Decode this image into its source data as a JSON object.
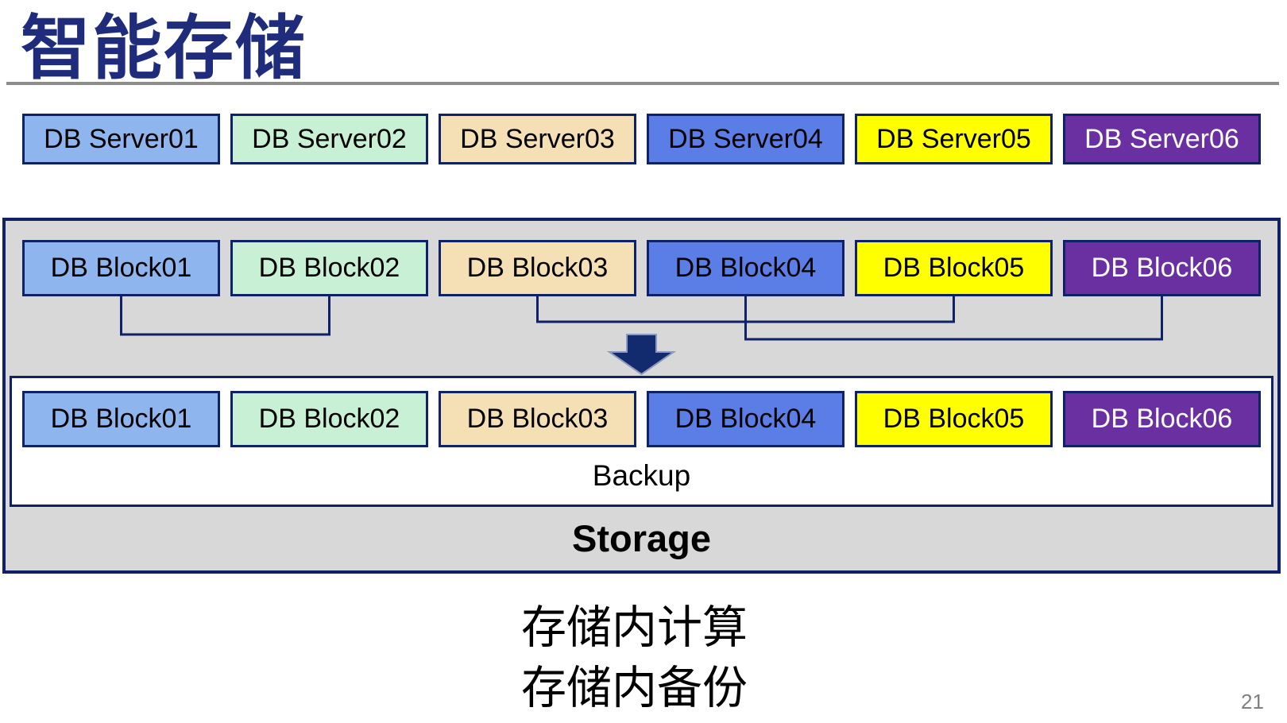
{
  "slide": {
    "title": "智能存储",
    "page_number": "21",
    "caption_line1": "存储内计算",
    "caption_line2": "存储内备份"
  },
  "server_row": [
    "DB Server01",
    "DB Server02",
    "DB Server03",
    "DB Server04",
    "DB Server05",
    "DB Server06"
  ],
  "storage_box": {
    "label": "Storage",
    "blocks_top": [
      "DB Block01",
      "DB Block02",
      "DB Block03",
      "DB Block04",
      "DB Block05",
      "DB Block06"
    ],
    "backup_box": {
      "label": "Backup",
      "blocks": [
        "DB Block01",
        "DB Block02",
        "DB Block03",
        "DB Block04",
        "DB Block05",
        "DB Block06"
      ]
    }
  },
  "colors": {
    "fills": [
      "#8FB5EF",
      "#C7F0D4",
      "#F5DFB4",
      "#5B7EE6",
      "#FFFF00",
      "#6A30A1"
    ],
    "text_colors": [
      "#000000",
      "#000000",
      "#000000",
      "#000000",
      "#000000",
      "#FFFFFF"
    ],
    "border_navy": "#0F2167",
    "title_navy": "#1F2C7C",
    "container_gray": "#D8D8D8",
    "rule_gray": "#8C8C8C",
    "arrow_navy": "#122A6E",
    "page_number_gray": "#808080"
  }
}
